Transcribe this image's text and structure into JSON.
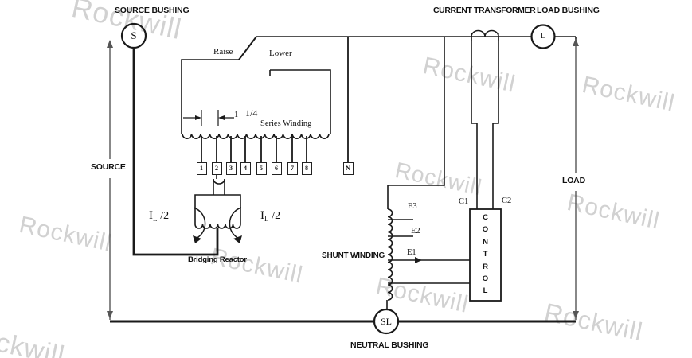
{
  "watermark": {
    "text": "Rockwill"
  },
  "bushings": {
    "source": {
      "title": "SOURCE BUSHING",
      "symbol": "S"
    },
    "load": {
      "title": "LOAD BUSHING",
      "symbol": "L"
    },
    "neutral": {
      "title": "NEUTRAL BUSHING",
      "symbol": "SL"
    }
  },
  "lines": {
    "source": "SOURCE",
    "load": "LOAD"
  },
  "current_transformer": {
    "title": "CURRENT TRANSFORMER",
    "terminal_left": "C1",
    "terminal_right": "C2"
  },
  "control": {
    "word": "CONTROL",
    "letters": [
      "C",
      "O",
      "N",
      "T",
      "R",
      "O",
      "L"
    ]
  },
  "tap_changer": {
    "raise": "Raise",
    "lower": "Lower"
  },
  "series_winding": {
    "dimension": "1",
    "fraction": "1/4",
    "label": "Series Winding",
    "taps": [
      "1",
      "2",
      "3",
      "4",
      "5",
      "6",
      "7",
      "8"
    ],
    "neutral_tap": "N"
  },
  "bridging_reactor": {
    "label": "Bridging Reactor",
    "current_symbol": "I",
    "current_sub": "L",
    "current_div": "/2"
  },
  "shunt_winding": {
    "label": "SHUNT WINDING",
    "taps": {
      "e3": "E3",
      "e2": "E2",
      "e1": "E1"
    }
  }
}
